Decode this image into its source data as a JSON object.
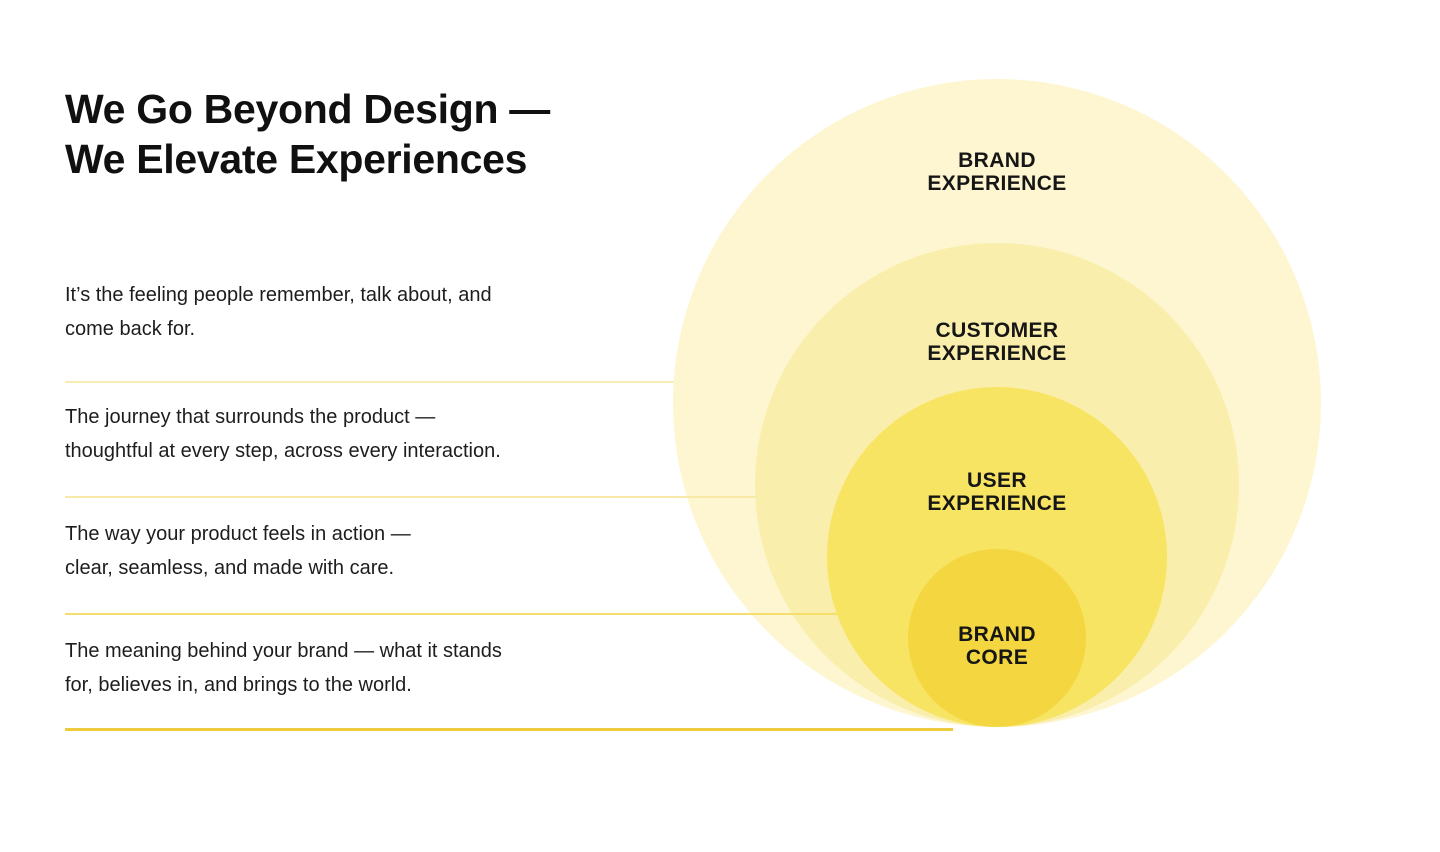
{
  "title": {
    "lines": [
      "We Go Beyond Design —",
      "We Elevate Experiences"
    ]
  },
  "rows": [
    {
      "lines": [
        "It’s the feeling people remember, talk about, and",
        "come back for."
      ],
      "divider_color": "#F8ECAE"
    },
    {
      "lines": [
        "The journey that surrounds the product —",
        "thoughtful at every step, across every interaction."
      ],
      "divider_color": "#F8EAA6"
    },
    {
      "lines": [
        "The way your product feels in action —",
        "clear, seamless, and made with care."
      ],
      "divider_color": "#F5DE6C"
    },
    {
      "lines": [
        "The meaning behind your brand — what it stands",
        "for, believes in, and brings to the world."
      ],
      "divider_color": "#EECB3B"
    }
  ],
  "diagram": {
    "layers": [
      {
        "label_lines": [
          "BRAND",
          "EXPERIENCE"
        ],
        "fill": "#FDF6D0"
      },
      {
        "label_lines": [
          "CUSTOMER",
          "EXPERIENCE"
        ],
        "fill": "#FAEEAC"
      },
      {
        "label_lines": [
          "USER",
          "EXPERIENCE"
        ],
        "fill": "#F8E463"
      },
      {
        "label_lines": [
          "BRAND",
          "CORE"
        ],
        "fill": "#F3D640"
      }
    ],
    "label_text_color": "#161616"
  }
}
